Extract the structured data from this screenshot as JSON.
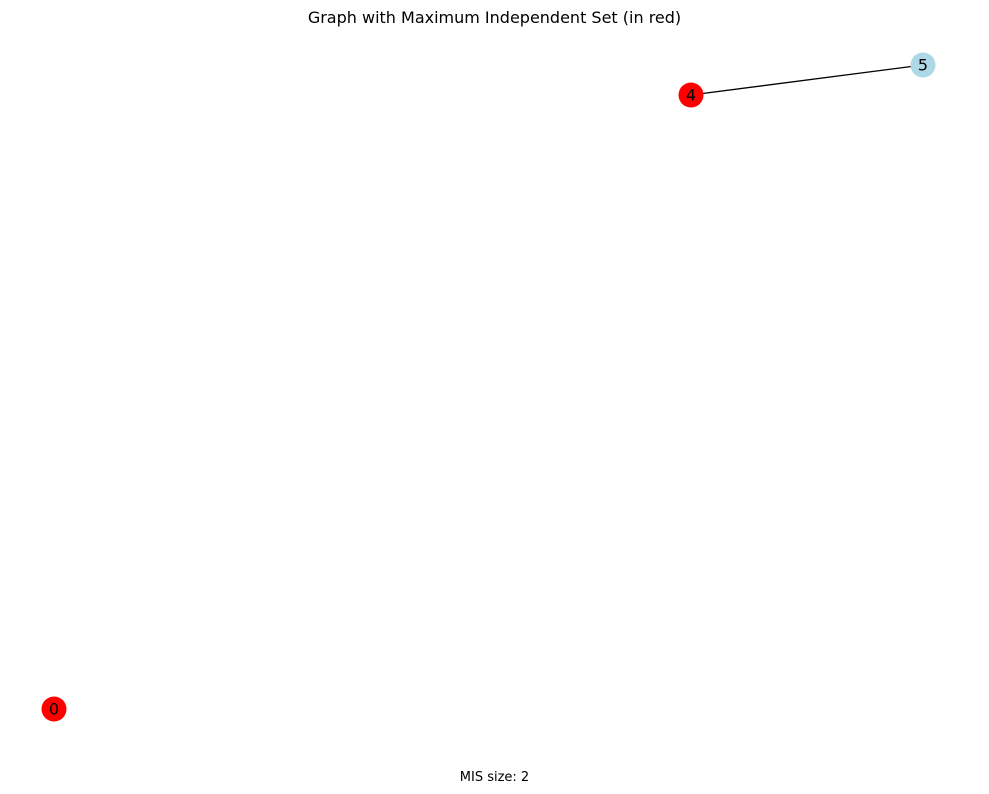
{
  "title": "Graph with Maximum Independent Set (in red)",
  "caption": "MIS size: 2",
  "colors": {
    "in_set": "#ff0000",
    "not_in_set": "#add8e6",
    "edge": "#000000",
    "background": "#ffffff"
  },
  "graph": {
    "nodes": [
      {
        "id": "4",
        "label": "4",
        "in_set": true
      },
      {
        "id": "5",
        "label": "5",
        "in_set": false
      },
      {
        "id": "0",
        "label": "0",
        "in_set": true
      }
    ],
    "edges": [
      {
        "source": "4",
        "target": "5"
      }
    ]
  }
}
